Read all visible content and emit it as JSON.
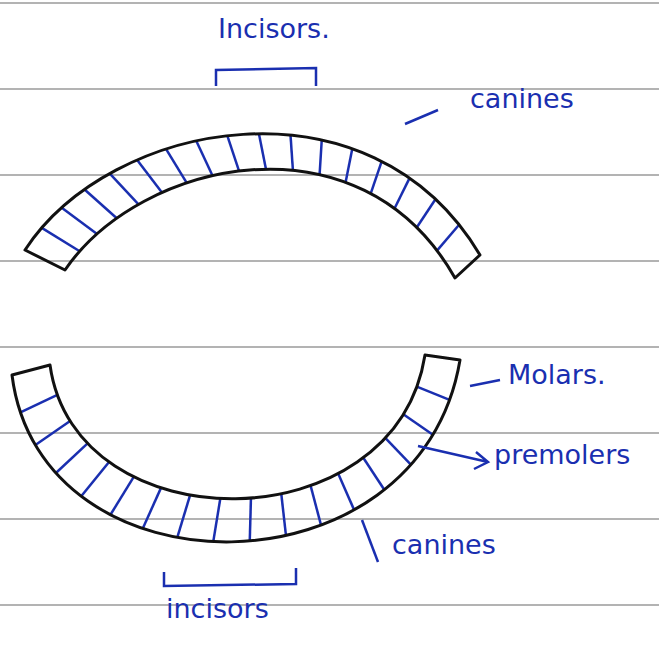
{
  "diagram": {
    "labels": [
      "Incisors.",
      "canines",
      "Molars.",
      "premolers",
      "canines",
      "incisors"
    ]
  }
}
